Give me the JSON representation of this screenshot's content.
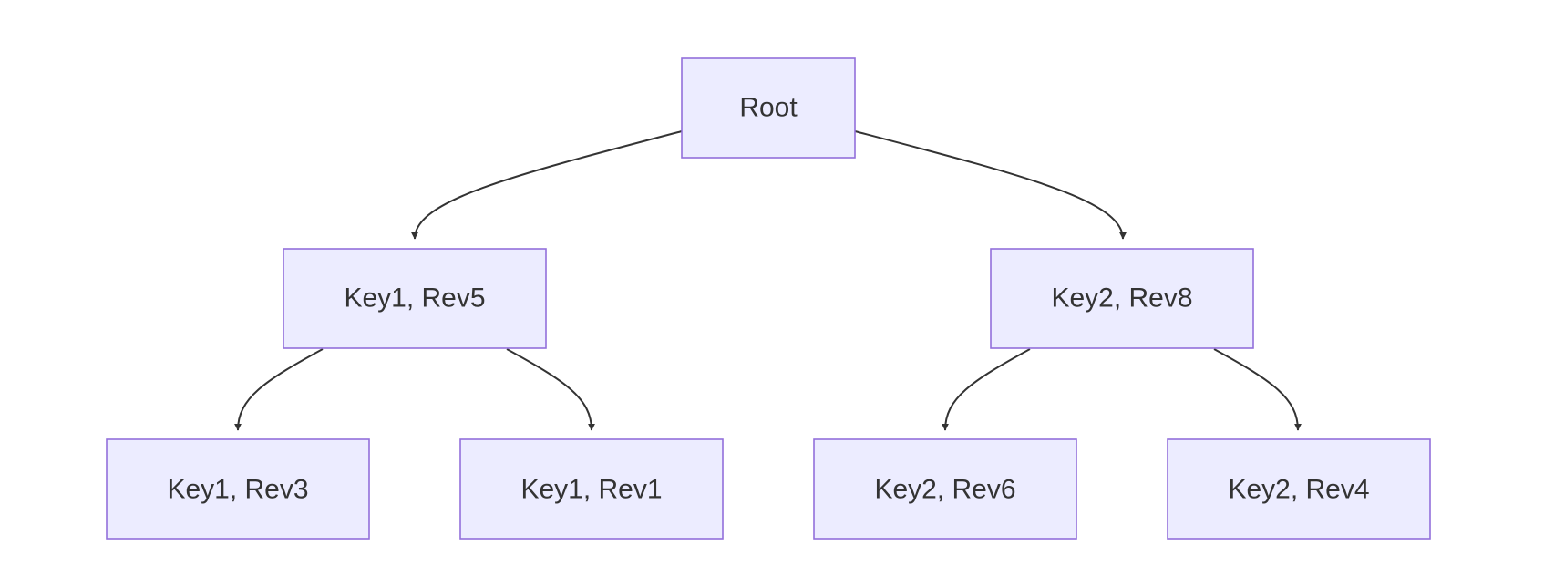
{
  "diagram": {
    "type": "tree",
    "nodes": {
      "root": {
        "label": "Root"
      },
      "k1r5": {
        "label": "Key1, Rev5"
      },
      "k2r8": {
        "label": "Key2, Rev8"
      },
      "k1r3": {
        "label": "Key1, Rev3"
      },
      "k1r1": {
        "label": "Key1, Rev1"
      },
      "k2r6": {
        "label": "Key2, Rev6"
      },
      "k2r4": {
        "label": "Key2, Rev4"
      }
    },
    "edges": [
      {
        "from": "root",
        "to": "k1r5"
      },
      {
        "from": "root",
        "to": "k2r8"
      },
      {
        "from": "k1r5",
        "to": "k1r3"
      },
      {
        "from": "k1r5",
        "to": "k1r1"
      },
      {
        "from": "k2r8",
        "to": "k2r6"
      },
      {
        "from": "k2r8",
        "to": "k2r4"
      }
    ],
    "colors": {
      "node_fill": "#ececff",
      "node_stroke": "#9370db",
      "edge": "#333333",
      "text": "#333333"
    }
  }
}
